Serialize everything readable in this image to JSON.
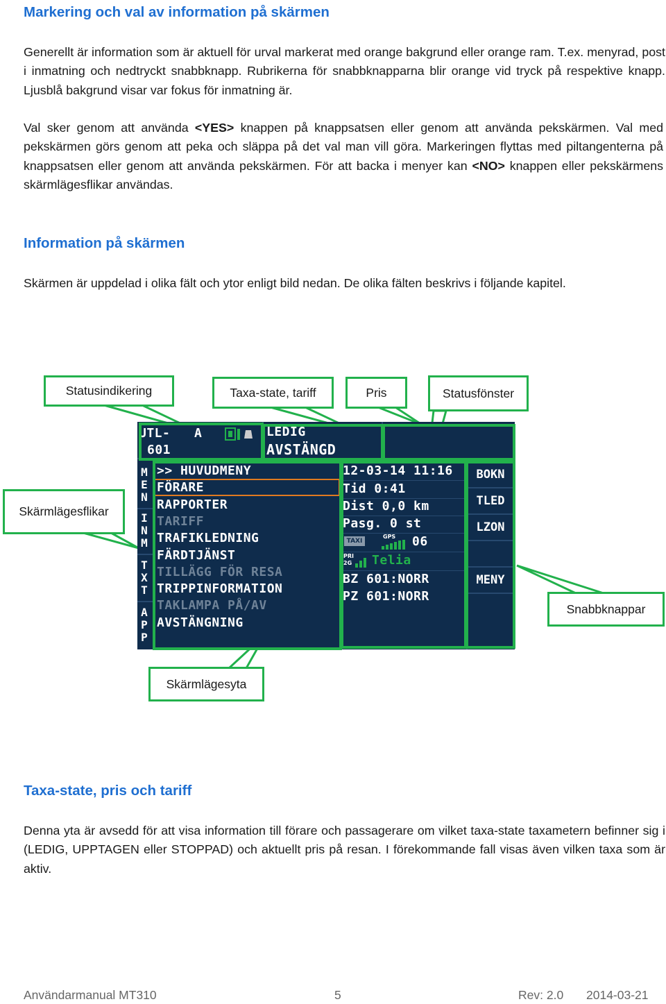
{
  "heading1": "Markering och val av information på skärmen",
  "para1": "Generellt är information som är aktuell för urval markerat med orange bakgrund eller orange ram. T.ex. menyrad, post i inmatning och nedtryckt snabbknapp. Rubrikerna för snabbknapparna blir orange vid tryck på respektive knapp. Ljusblå bakgrund visar var fokus för inmatning är.",
  "para2": {
    "t1": "Val sker genom att använda ",
    "yes": "<YES>",
    "t2": " knappen på knappsatsen eller genom att använda pekskärmen. Val med pekskärmen görs genom att peka och släppa på det val man vill göra. Markeringen flyttas med piltangenterna på knappsatsen eller genom att använda pekskärmen. För att backa i menyer kan ",
    "no": "<NO>",
    "t3": " knappen eller pekskärmens skärmlägesflikar användas."
  },
  "heading2": "Information på skärmen",
  "para3": "Skärmen är uppdelad i olika fält och ytor enligt bild nedan. De olika fälten beskrivs i följande kapitel.",
  "callouts": {
    "statusindikering": "Statusindikering",
    "taxa_state": "Taxa-state, tariff",
    "pris": "Pris",
    "statusfonster": "Statusfönster",
    "skarmlagesflikar": "Skärmlägesflikar",
    "snabbknappar": "Snabbknappar",
    "skarmlagesyta": "Skärmlägesyta"
  },
  "screen": {
    "status_code": "UTL-",
    "status_letter": "A",
    "status_number": "601",
    "taxa_state_1": "LEDIG",
    "taxa_state_2": "AVSTÄNGD",
    "tabs": [
      "M\nE\nN",
      "I\nN\nM",
      "T\nX\nT",
      "A\nP\nP"
    ],
    "menu": [
      {
        "label": ">> HUVUDMENY",
        "state": "normal"
      },
      {
        "label": "FÖRARE",
        "state": "selected"
      },
      {
        "label": "RAPPORTER",
        "state": "normal"
      },
      {
        "label": "TARIFF",
        "state": "disabled"
      },
      {
        "label": "TRAFIKLEDNING",
        "state": "normal"
      },
      {
        "label": "FÄRDTJÄNST",
        "state": "normal"
      },
      {
        "label": "TILLÄGG FÖR RESA",
        "state": "disabled"
      },
      {
        "label": "TRIPPINFORMATION",
        "state": "normal"
      },
      {
        "label": "TAKLAMPA PÅ/AV",
        "state": "disabled"
      },
      {
        "label": "AVSTÄNGNING",
        "state": "normal"
      }
    ],
    "status_window": {
      "datetime": "12-03-14 11:16",
      "tid": "Tid 0:41",
      "dist": "Dist 0,0 km",
      "pasg": "Pasg. 0 st",
      "taxi_label": "TAXI",
      "gps_label": "GPS",
      "gps_value": "06",
      "pri_label": "PRI",
      "network_label": "2G",
      "operator": "Telia",
      "bz": "BZ 601:NORR",
      "pz": "PZ 601:NORR"
    },
    "quick_buttons": [
      "BOKN",
      "TLED",
      "LZON",
      "",
      "MENY"
    ],
    "colors": {
      "background": "#0f2c4c",
      "highlight": "#22b14c",
      "selected_frame": "#e07a20",
      "disabled_text": "#6f8398"
    }
  },
  "heading3": "Taxa-state, pris och tariff",
  "para4": "Denna yta är avsedd för att visa information till förare och passagerare om vilket taxa-state taxametern befinner sig i (LEDIG, UPPTAGEN eller STOPPAD) och aktuellt pris på resan. I förekommande fall visas även vilken taxa som är aktiv.",
  "footer": {
    "manual": "Användarmanual MT310",
    "page": "5",
    "rev": "Rev: 2.0",
    "date": "2014-03-21"
  }
}
